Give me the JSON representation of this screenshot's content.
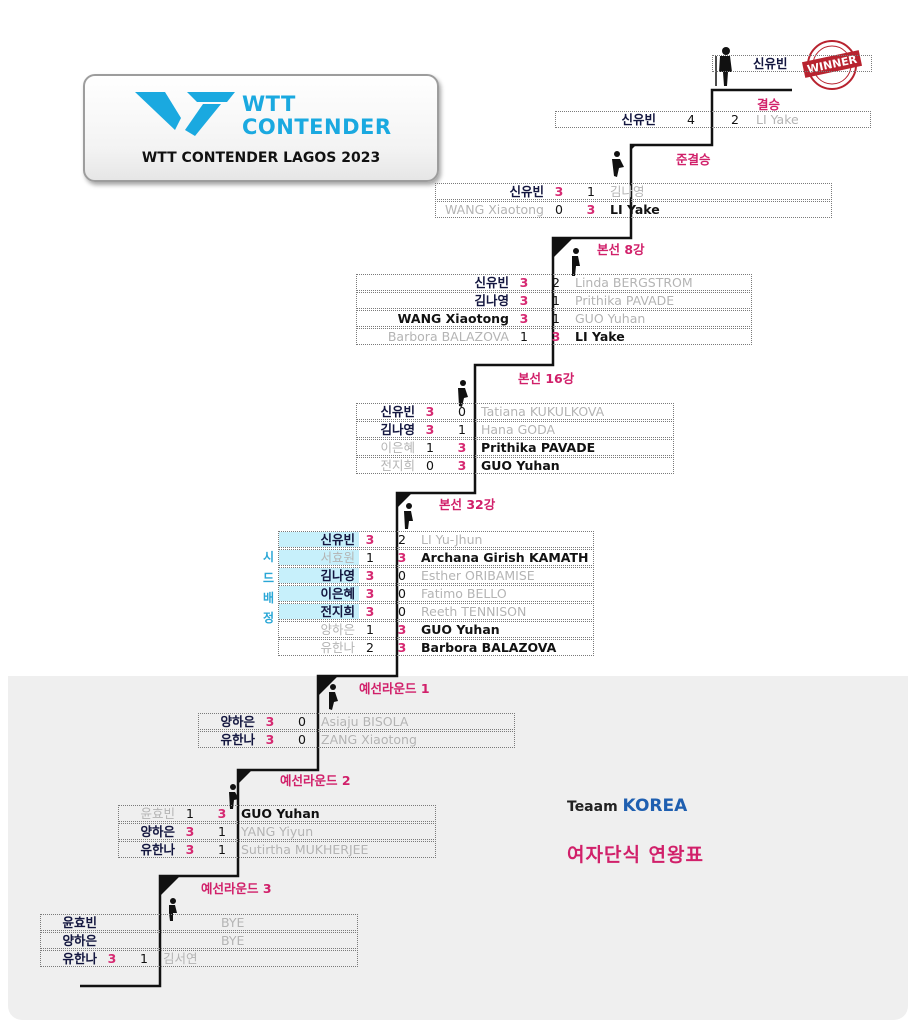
{
  "logo": {
    "line1": "WTT",
    "line2": "CONTENDER",
    "title": "WTT CONTENDER LAGOS 2023",
    "brand_color": "#1aa9e0"
  },
  "colors": {
    "winner": "#13163f",
    "loser": "#b4b4b4",
    "score_pink": "#d62a72",
    "stage": "#d1206a",
    "seed": "#2aa7d6"
  },
  "badge": {
    "text": "WINNER"
  },
  "team": {
    "prefix": "Teaam",
    "country": "KOREA",
    "subtitle": "여자단식 연왕표"
  },
  "stages": {
    "final": "결승",
    "semi": "준결승",
    "qf": "본선 8강",
    "r16": "본선 16강",
    "r32": "본선 32강",
    "q1": "예선라운드 1",
    "q2": "예선라운드 2",
    "q3": "예선라운드 3"
  },
  "seed_label": [
    "시",
    "드",
    "배",
    "정"
  ],
  "champion": "신유빈",
  "final": [
    {
      "l": "신유빈",
      "ls": "4",
      "rs": "2",
      "r": "LI Yake"
    }
  ],
  "semi": [
    {
      "l": "신유빈",
      "ls": "3",
      "rs": "1",
      "r": "김나영"
    },
    {
      "l": "WANG Xiaotong",
      "ls": "0",
      "rs": "3",
      "r": "LI Yake"
    }
  ],
  "qf": [
    {
      "l": "신유빈",
      "ls": "3",
      "rs": "2",
      "r": "Linda BERGSTROM"
    },
    {
      "l": "김나영",
      "ls": "3",
      "rs": "1",
      "r": "Prithika PAVADE"
    },
    {
      "l": "WANG Xiaotong",
      "ls": "3",
      "rs": "1",
      "r": "GUO Yuhan"
    },
    {
      "l": "Barbora BALAZOVA",
      "ls": "1",
      "rs": "3",
      "r": "LI Yake"
    }
  ],
  "r16": [
    {
      "l": "신유빈",
      "ls": "3",
      "rs": "0",
      "r": "Tatiana KUKULKOVA"
    },
    {
      "l": "김나영",
      "ls": "3",
      "rs": "1",
      "r": "Hana GODA"
    },
    {
      "l": "이은혜",
      "ls": "1",
      "rs": "3",
      "r": "Prithika PAVADE"
    },
    {
      "l": "전지희",
      "ls": "0",
      "rs": "3",
      "r": "GUO Yuhan"
    }
  ],
  "r32": [
    {
      "l": "신유빈",
      "ls": "3",
      "rs": "2",
      "r": "LI Yu-Jhun"
    },
    {
      "l": "서효원",
      "ls": "1",
      "rs": "3",
      "r": "Archana Girish KAMATH"
    },
    {
      "l": "김나영",
      "ls": "3",
      "rs": "0",
      "r": "Esther ORIBAMISE"
    },
    {
      "l": "이은혜",
      "ls": "3",
      "rs": "0",
      "r": "Fatimo BELLO"
    },
    {
      "l": "전지희",
      "ls": "3",
      "rs": "0",
      "r": "Reeth TENNISON"
    },
    {
      "l": "양하은",
      "ls": "1",
      "rs": "3",
      "r": "GUO Yuhan"
    },
    {
      "l": "유한나",
      "ls": "2",
      "rs": "3",
      "r": "Barbora BALAZOVA"
    }
  ],
  "q1": [
    {
      "l": "양하은",
      "ls": "3",
      "rs": "0",
      "r": "Asiaju BISOLA"
    },
    {
      "l": "유한나",
      "ls": "3",
      "rs": "0",
      "r": "ZANG Xiaotong"
    }
  ],
  "q2": [
    {
      "l": "윤효빈",
      "ls": "1",
      "rs": "3",
      "r": "GUO Yuhan"
    },
    {
      "l": "양하은",
      "ls": "3",
      "rs": "1",
      "r": "YANG Yiyun"
    },
    {
      "l": "유한나",
      "ls": "3",
      "rs": "1",
      "r": "Sutirtha MUKHERJEE"
    }
  ],
  "q3": [
    {
      "l": "윤효빈",
      "ls": "",
      "rs": "",
      "r": "BYE"
    },
    {
      "l": "양하은",
      "ls": "",
      "rs": "",
      "r": "BYE"
    },
    {
      "l": "유한나",
      "ls": "3",
      "rs": "1",
      "r": "김서연"
    }
  ]
}
